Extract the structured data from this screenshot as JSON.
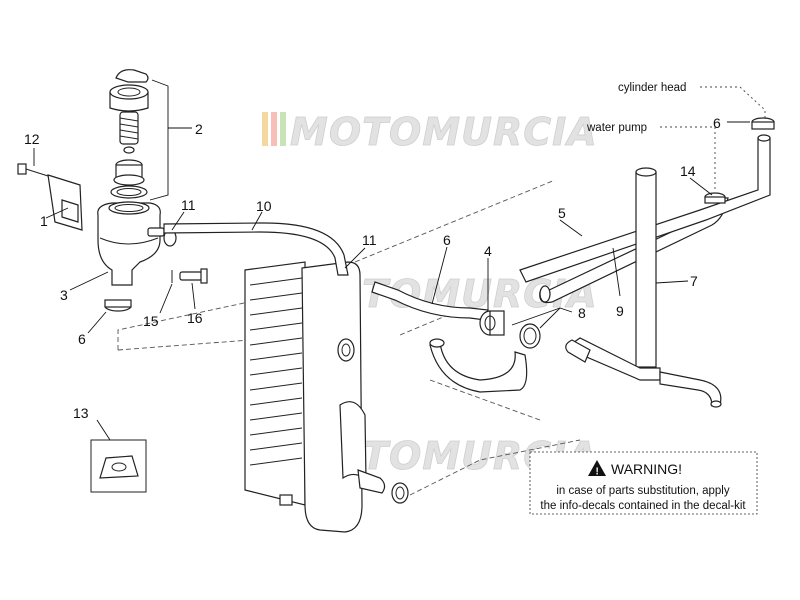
{
  "callouts": {
    "c1": "1",
    "c2": "2",
    "c3": "3",
    "c4": "4",
    "c5": "5",
    "c6a": "6",
    "c6b": "6",
    "c6c": "6",
    "c7": "7",
    "c8": "8",
    "c9": "9",
    "c10": "10",
    "c11a": "11",
    "c11b": "11",
    "c12": "12",
    "c13": "13",
    "c14": "14",
    "c15": "15",
    "c16": "16"
  },
  "destinations": {
    "cylinder_head": "cylinder head",
    "water_pump": "water pump"
  },
  "watermark": {
    "text": "MOTOMURCIA"
  },
  "warning": {
    "title": "WARNING!",
    "line1": "in case of parts substitution, apply",
    "line2": "the info-decals contained in the decal-kit"
  }
}
